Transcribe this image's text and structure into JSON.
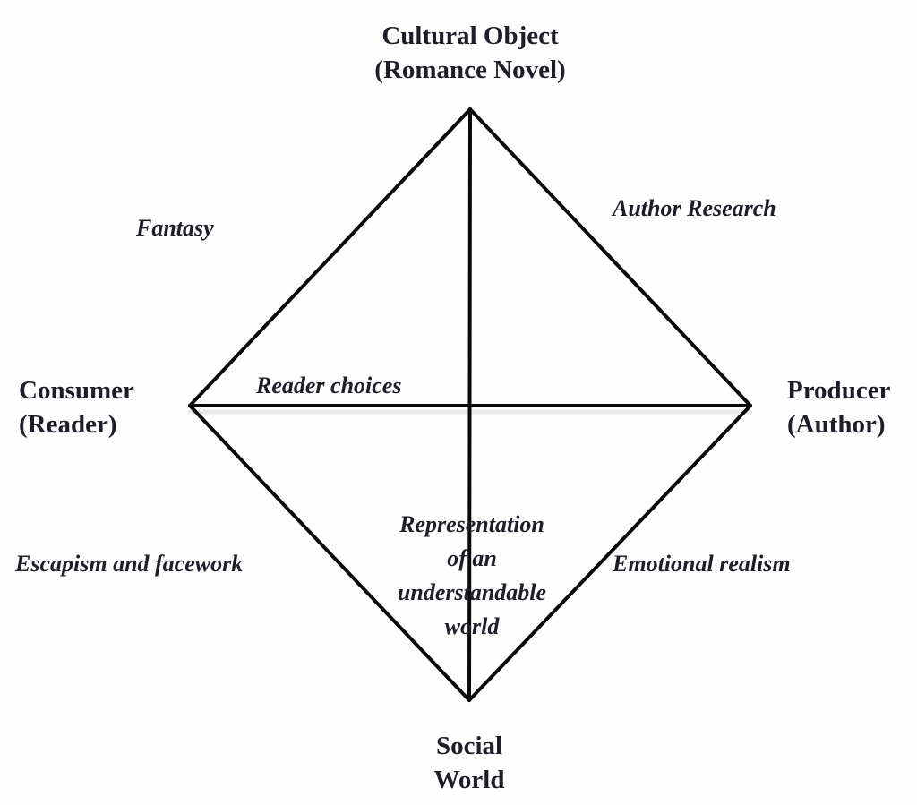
{
  "diagram": {
    "type": "cultural-diamond",
    "nodes": {
      "top": "Cultural Object\n(Romance Novel)",
      "left": "Consumer\n(Reader)",
      "right": "Producer\n(Author)",
      "bottom": "Social\nWorld"
    },
    "edge_labels": {
      "consumer_to_object": "Fantasy",
      "object_to_producer": "Author Research",
      "consumer_to_producer": "Reader choices",
      "consumer_to_social": "Escapism and facework",
      "object_to_social": "Representation\nof an\nunderstandable\nworld",
      "producer_to_social": "Emotional realism"
    },
    "colors": {
      "line": "#0a0a0a",
      "text": "#1e1e28",
      "background": "#fefefe"
    }
  }
}
